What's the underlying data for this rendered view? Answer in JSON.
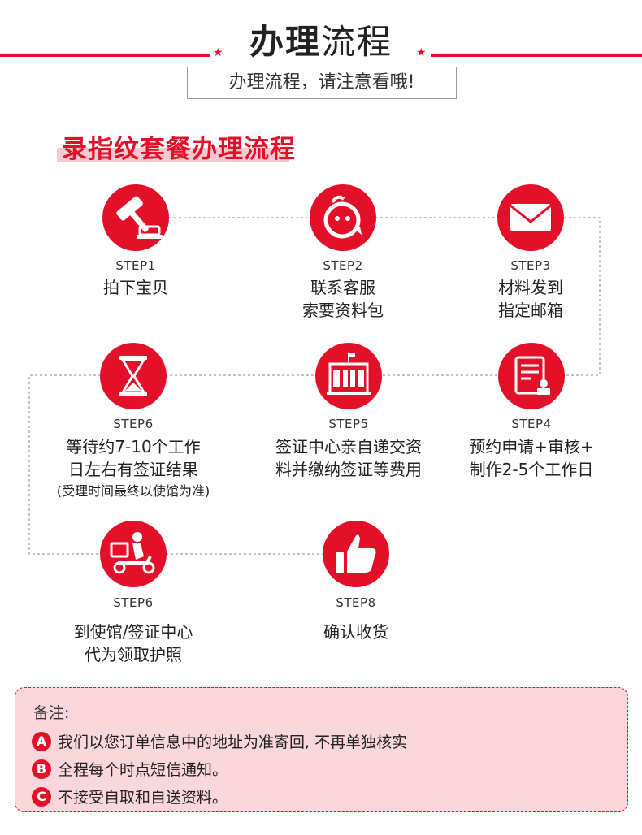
{
  "header": {
    "title_bold": "办理",
    "title_rest": "流程",
    "subtitle": "办理流程，请注意看哦!",
    "star_glyph": "★"
  },
  "section": {
    "title": "录指纹套餐办理流程"
  },
  "steps": [
    {
      "label": "STEP1",
      "lines": [
        "拍下宝贝"
      ],
      "icon": "auction-hammer-icon"
    },
    {
      "label": "STEP2",
      "lines": [
        "联系客服",
        "索要资料包"
      ],
      "icon": "chat-bubble-icon"
    },
    {
      "label": "STEP3",
      "lines": [
        "材料发到",
        "指定邮箱"
      ],
      "icon": "envelope-icon"
    },
    {
      "label": "STEP4",
      "lines": [
        "预约申请+审核+",
        "制作2-5个工作日"
      ],
      "icon": "document-stamp-icon"
    },
    {
      "label": "STEP5",
      "lines": [
        "签证中心亲自递交资",
        "料并缴纳签证等费用"
      ],
      "icon": "building-icon"
    },
    {
      "label": "STEP6",
      "lines": [
        "等待约7-10个工作",
        "日左右有签证结果"
      ],
      "note": "(受理时间最终以使馆为准)",
      "icon": "hourglass-icon"
    },
    {
      "label": "STEP6",
      "lines": [
        "到使馆/签证中心",
        "代为领取护照"
      ],
      "icon": "delivery-scooter-icon"
    },
    {
      "label": "STEP8",
      "lines": [
        "确认收货"
      ],
      "icon": "thumbs-up-icon"
    }
  ],
  "notes": {
    "title": "备注:",
    "items": [
      {
        "badge": "A",
        "text": "我们以您订单信息中的地址为准寄回, 不再单独核实"
      },
      {
        "badge": "B",
        "text": "全程每个时点短信通知。"
      },
      {
        "badge": "C",
        "text": "不接受自取和自送资料。"
      }
    ]
  },
  "colors": {
    "accent": "#e3102a",
    "notes_bg": "#fad7dc",
    "highlight": "#f6c9d0"
  }
}
